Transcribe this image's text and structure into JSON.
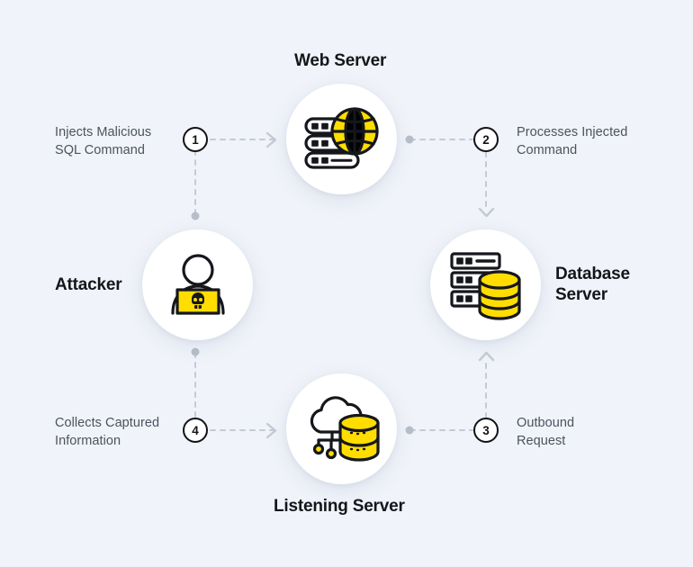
{
  "diagram": {
    "title_hidden": "",
    "background_color": "#f0f3f9",
    "accent_color": "#ffdd00",
    "line_color": "#c4cad6",
    "nodes": [
      {
        "id": "web-server",
        "label": "Web Server",
        "icon": "server-globe-icon"
      },
      {
        "id": "attacker",
        "label": "Attacker",
        "icon": "attacker-laptop-skull-icon"
      },
      {
        "id": "database-server",
        "label": "Database\nServer",
        "icon": "server-database-icon"
      },
      {
        "id": "listening-server",
        "label": "Listening Server",
        "icon": "cloud-database-icon"
      }
    ],
    "node_labels": {
      "web_server": "Web Server",
      "attacker": "Attacker",
      "database_server_line1": "Database",
      "database_server_line2": "Server",
      "listening_server": "Listening Server"
    },
    "steps": [
      {
        "number": "1",
        "label_line1": "Injects Malicious",
        "label_line2": "SQL Command"
      },
      {
        "number": "2",
        "label_line1": "Processes Injected",
        "label_line2": "Command"
      },
      {
        "number": "3",
        "label_line1": "Outbound",
        "label_line2": "Request"
      },
      {
        "number": "4",
        "label_line1": "Collects Captured",
        "label_line2": "Information"
      }
    ]
  }
}
